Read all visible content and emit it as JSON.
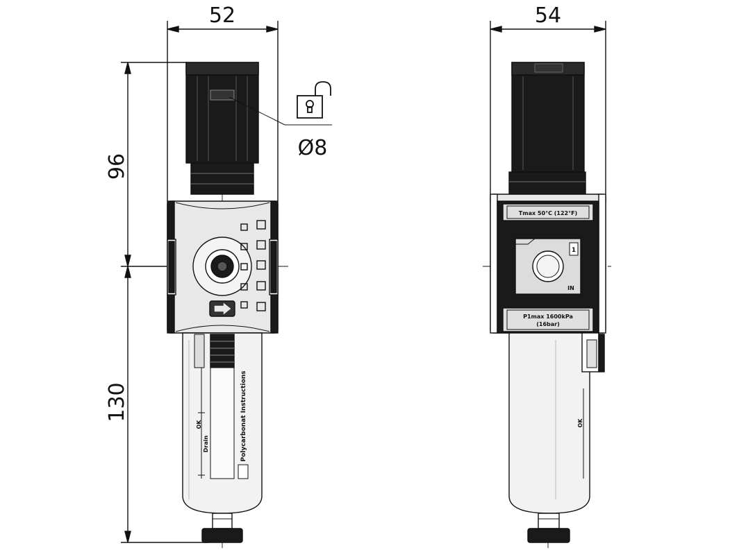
{
  "dimensions": {
    "front_width": "52",
    "side_width": "54",
    "upper_height": "96",
    "lower_height": "130",
    "lock_diameter": "Ø8"
  },
  "labels": {
    "temp_max": "Tmax 50°C (122°F)",
    "pressure_max": "P1max 1600kPa",
    "pressure_max_bar": "(16bar)",
    "port_number": "1",
    "port_in": "IN",
    "bowl_instructions": "Polycarbonat Instructions",
    "bowl_ok": "OK",
    "bowl_drain": "Drain"
  },
  "colors": {
    "line": "#111111",
    "body_metal": "#e8e8e8",
    "knob": "#1a1a1a",
    "bowl": "#f2f2f2"
  },
  "icons": [
    "padlock-open-icon",
    "arrow-right-icon"
  ]
}
